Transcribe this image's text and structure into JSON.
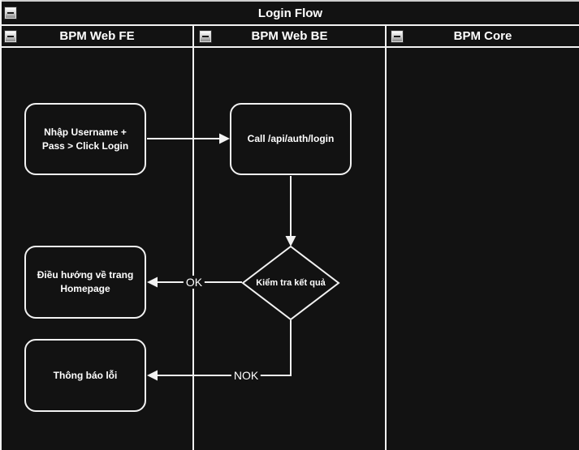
{
  "pool": {
    "title": "Login Flow"
  },
  "lanes": [
    {
      "label": "BPM Web FE"
    },
    {
      "label": "BPM Web BE"
    },
    {
      "label": "BPM Core"
    }
  ],
  "nodes": {
    "enter_credentials": {
      "label": "Nhập Username +\nPass > Click Login"
    },
    "call_api": {
      "label": "Call /api/auth/login"
    },
    "check_result": {
      "label": "Kiểm tra kết quả"
    },
    "navigate_homepage": {
      "label": "Điều hướng về trang\nHomepage"
    },
    "error_message": {
      "label": "Thông báo lỗi"
    }
  },
  "edges": {
    "ok": {
      "label": "OK"
    },
    "nok": {
      "label": "NOK"
    }
  },
  "icons": {
    "collapse": "minus-icon"
  },
  "colors": {
    "canvas": "#121212",
    "stroke": "#f2f2f2",
    "text": "#ffffff",
    "collapse_button": "#cfcfcf"
  }
}
